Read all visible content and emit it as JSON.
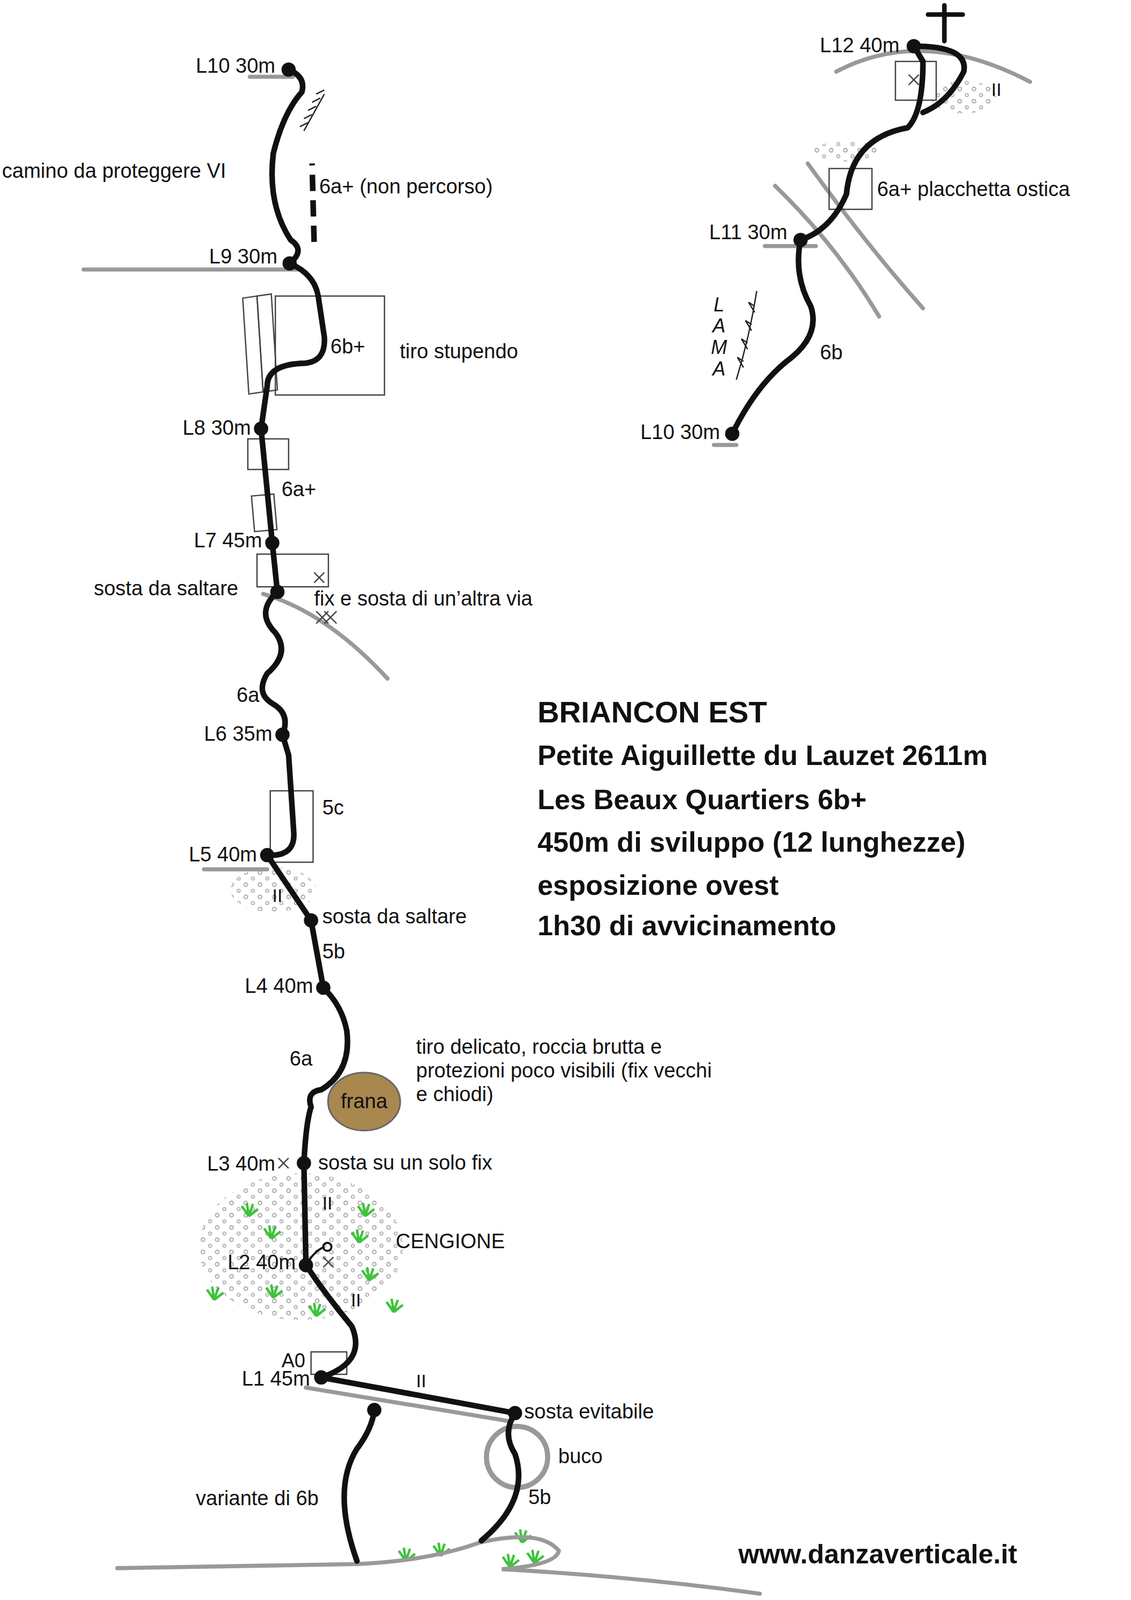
{
  "diagram": {
    "title": "BRIANCON EST",
    "nodes": [
      {
        "text": [
          "frana"
        ]
      },
      {
        "text": [
          "buco"
        ]
      }
    ],
    "labels": [
      "L10 30m",
      "camino da proteggere VI",
      "6a+ (non percorso)",
      "L9 30m",
      "6b+",
      "tiro stupendo",
      "L8 30m",
      "6a+",
      "L7 45m",
      "sosta da saltare",
      "fix e sosta di un’altra via",
      "6a",
      "L6 35m",
      "5c",
      "L5 40m",
      "II",
      "sosta da saltare",
      "5b",
      "L4 40m",
      "6a",
      "tiro delicato, roccia brutta e protezioni poco visibili (fix vecchi e chiodi)",
      "L3 40m",
      "sosta su un solo fix",
      "II",
      "CENGIONE",
      "L2 40m",
      "II",
      "A0",
      "L1 45m",
      "II",
      "sosta evitabile",
      "5b",
      "variante di 6b",
      "L12 40m",
      "II",
      "6a+ placchetta ostica",
      "L11 30m",
      "LAMA",
      "6b",
      "L10 30m",
      "Petite Aiguillette du Lauzet 2611m",
      "Les Beaux Quartiers 6b+",
      "450m di sviluppo (12 lunghezze)",
      "esposizione ovest",
      "1h30 di avvicinamento",
      "www.danzaverticale.it"
    ]
  }
}
